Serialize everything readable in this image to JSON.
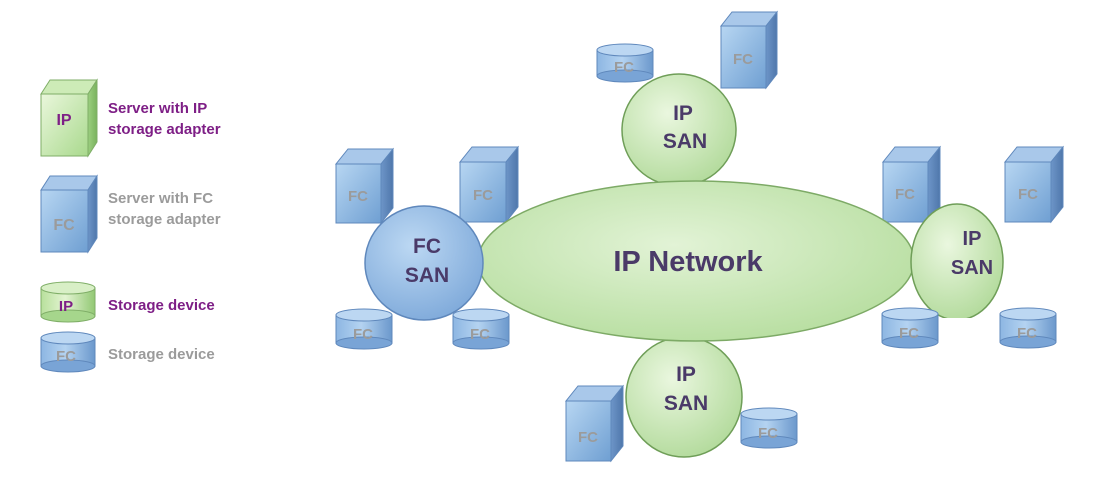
{
  "colors": {
    "ip_text": "#7e1f86",
    "fc_text": "#9b9b9b",
    "label_dark": "#4a3a68"
  },
  "legend": [
    {
      "icon": "ip-server-icon",
      "abbr": "IP",
      "line1": "Server with IP",
      "line2": "storage adapter"
    },
    {
      "icon": "fc-server-icon",
      "abbr": "FC",
      "line1": "Server with FC",
      "line2": "storage adapter"
    },
    {
      "icon": "ip-storage-icon",
      "abbr": "IP",
      "line1": "Storage device"
    },
    {
      "icon": "fc-storage-icon",
      "abbr": "FC",
      "line1": "Storage device"
    }
  ],
  "diagram": {
    "network_label": "IP Network",
    "fc_abbr": "FC",
    "fc_san": {
      "line1": "FC",
      "line2": "SAN"
    },
    "top_san": {
      "line1": "IP",
      "line2": "SAN"
    },
    "right_san": {
      "line1": "IP",
      "line2": "SAN"
    },
    "bottom_san": {
      "line1": "IP",
      "line2": "SAN"
    }
  }
}
